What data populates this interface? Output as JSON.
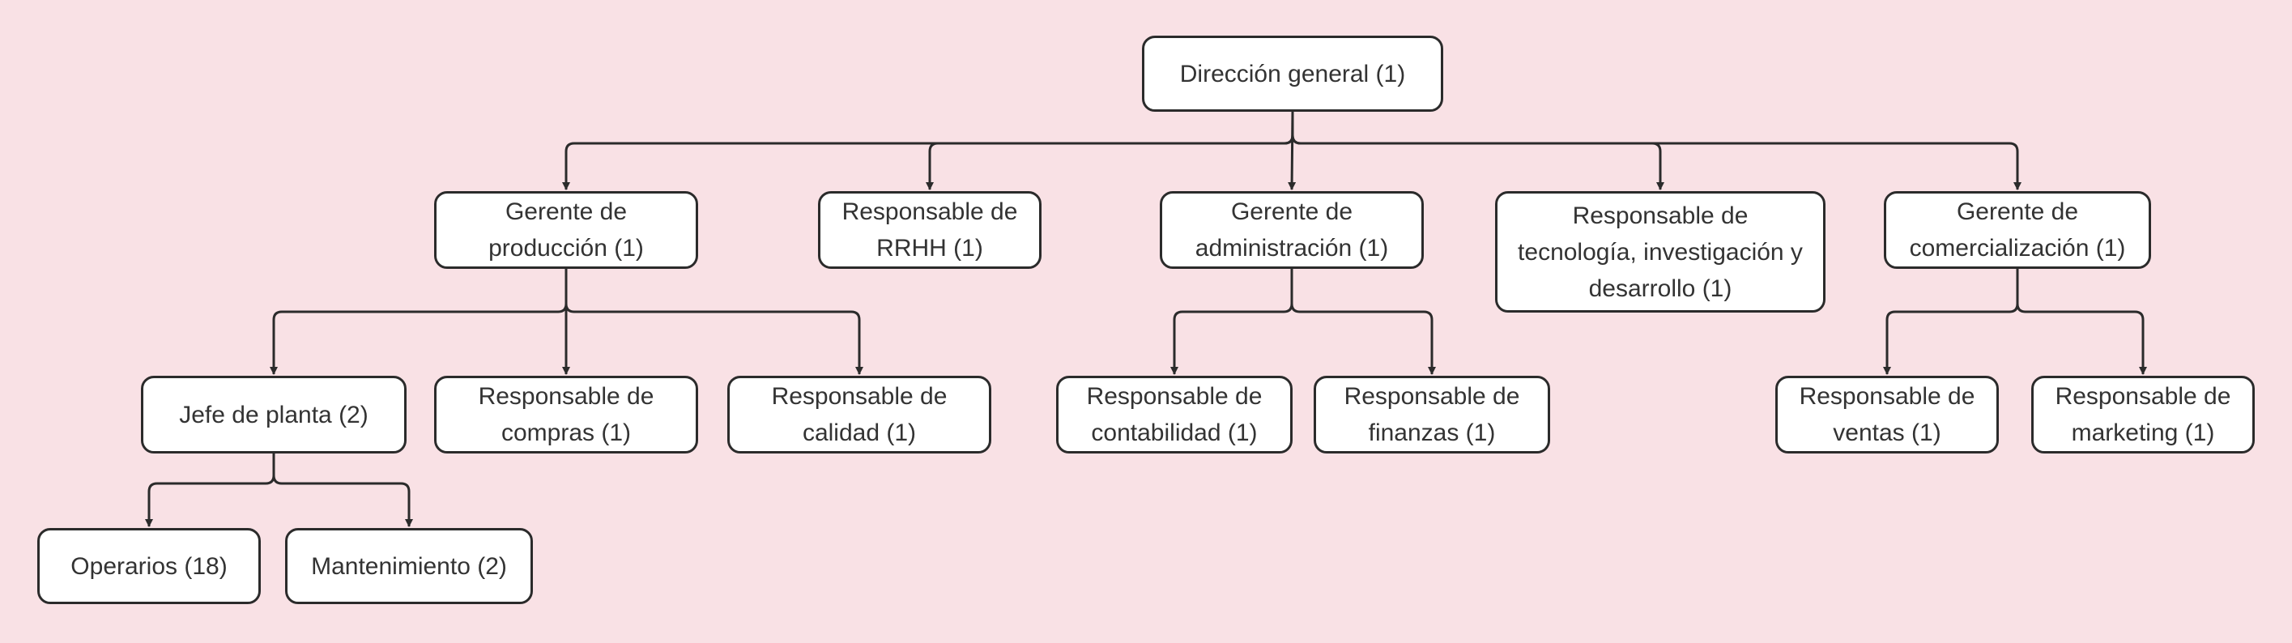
{
  "diagram": {
    "type": "org-chart",
    "colors": {
      "background": "#f9e1e5",
      "node_fill": "#ffffff",
      "node_border": "#2b2b2b",
      "text": "#333333"
    },
    "nodes": {
      "root": "Dirección general (1)",
      "produccion": "Gerente de\nproducción (1)",
      "rrhh": "Responsable de\nRRHH (1)",
      "administracion": "Gerente de\nadministración (1)",
      "tecnologia": "Responsable de\ntecnología, investigación y\ndesarrollo (1)",
      "comercializacion": "Gerente de\ncomercialización (1)",
      "jefe_planta": "Jefe de planta (2)",
      "compras": "Responsable de\ncompras (1)",
      "calidad": "Responsable de\ncalidad (1)",
      "contabilidad": "Responsable de\ncontabilidad (1)",
      "finanzas": "Responsable de\nfinanzas (1)",
      "ventas": "Responsable de\nventas (1)",
      "marketing": "Responsable de\nmarketing (1)",
      "operarios": "Operarios (18)",
      "mantenimiento": "Mantenimiento (2)"
    },
    "edges": [
      [
        "root",
        "produccion"
      ],
      [
        "root",
        "rrhh"
      ],
      [
        "root",
        "administracion"
      ],
      [
        "root",
        "tecnologia"
      ],
      [
        "root",
        "comercializacion"
      ],
      [
        "produccion",
        "jefe_planta"
      ],
      [
        "produccion",
        "compras"
      ],
      [
        "produccion",
        "calidad"
      ],
      [
        "administracion",
        "contabilidad"
      ],
      [
        "administracion",
        "finanzas"
      ],
      [
        "comercializacion",
        "ventas"
      ],
      [
        "comercializacion",
        "marketing"
      ],
      [
        "jefe_planta",
        "operarios"
      ],
      [
        "jefe_planta",
        "mantenimiento"
      ]
    ]
  }
}
